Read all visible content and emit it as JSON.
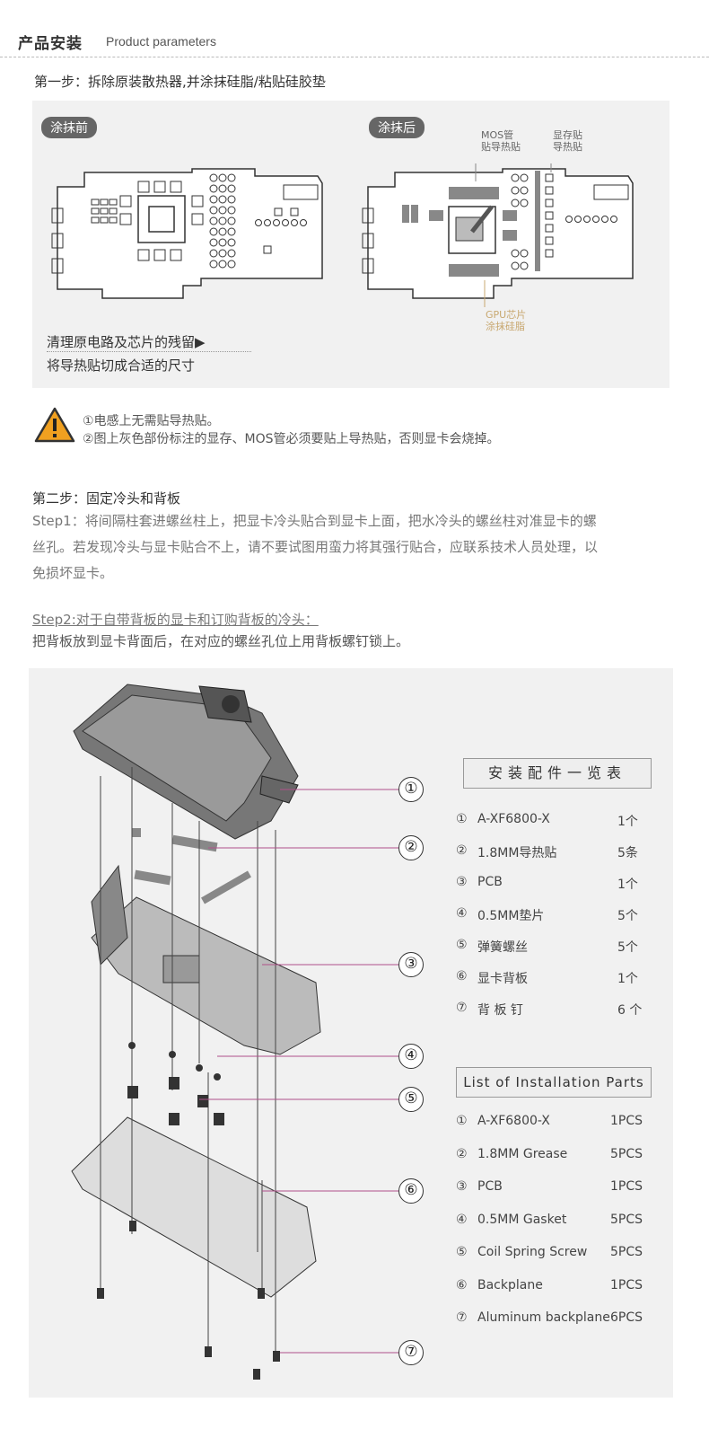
{
  "header": {
    "title_cn": "产品安装",
    "title_en": "Product parameters"
  },
  "step1": {
    "title": "第一步：拆除原装散热器,并涂抹硅脂/粘贴硅胶垫",
    "before_label": "涂抹前",
    "after_label": "涂抹后",
    "mos_callout": [
      "MOS管",
      "贴导热贴"
    ],
    "mem_callout": [
      "显存贴",
      "导热贴"
    ],
    "gpu_callout": [
      "GPU芯片",
      "涂抹硅脂"
    ],
    "clean_note": "清理原电路及芯片的残留▶",
    "cut_note": "将导热贴切成合适的尺寸"
  },
  "warning": {
    "line1": "①电感上无需贴导热贴。",
    "line2": "②图上灰色部份标注的显存、MOS管必须要贴上导热贴，否则显卡会烧掉。"
  },
  "step2": {
    "title": "第二步：固定冷头和背板",
    "step1_text_a": "Step1：将间隔柱套进螺丝柱上，把显卡冷头贴合到显卡上面，把水冷头的螺丝柱对准显卡的螺",
    "step1_text_b": "丝孔。若发现冷头与显卡贴合不上，请不要试图用蛮力将其强行贴合，应联系技术人员处理，以",
    "step1_text_c": "免损坏显卡。",
    "step2_head": "Step2:对于自带背板的显卡和订购背板的冷头：",
    "step2_text": "把背板放到显卡背面后，在对应的螺丝孔位上用背板螺钉锁上。"
  },
  "parts_cn": {
    "title": "安装配件一览表",
    "items": [
      {
        "num": "①",
        "name": "A-XF6800-X",
        "qty": "1个"
      },
      {
        "num": "②",
        "name": "1.8MM导热贴",
        "qty": "5条"
      },
      {
        "num": "③",
        "name": "PCB",
        "qty": "1个"
      },
      {
        "num": "④",
        "name": "0.5MM垫片",
        "qty": "5个"
      },
      {
        "num": "⑤",
        "name": "弹簧螺丝",
        "qty": "5个"
      },
      {
        "num": "⑥",
        "name": "显卡背板",
        "qty": "1个"
      },
      {
        "num": "⑦",
        "name": "背 板 钉",
        "qty": "6 个"
      }
    ]
  },
  "parts_en": {
    "title": "List of Installation Parts",
    "items": [
      {
        "num": "①",
        "name": "A-XF6800-X",
        "qty": "1PCS"
      },
      {
        "num": "②",
        "name": "1.8MM Grease",
        "qty": "5PCS"
      },
      {
        "num": "③",
        "name": "PCB",
        "qty": "1PCS"
      },
      {
        "num": "④",
        "name": "0.5MM Gasket",
        "qty": "5PCS"
      },
      {
        "num": "⑤",
        "name": "Coil Spring Screw",
        "qty": "5PCS"
      },
      {
        "num": "⑥",
        "name": "Backplane",
        "qty": "1PCS"
      },
      {
        "num": "⑦",
        "name": "Aluminum backplane",
        "qty": "6PCS"
      }
    ]
  },
  "diagram_labels": [
    "①",
    "②",
    "③",
    "④",
    "⑤",
    "⑥",
    "⑦"
  ],
  "colors": {
    "pink_line": "#b0508a",
    "gold": "#c8a870",
    "pill": "#666666"
  }
}
